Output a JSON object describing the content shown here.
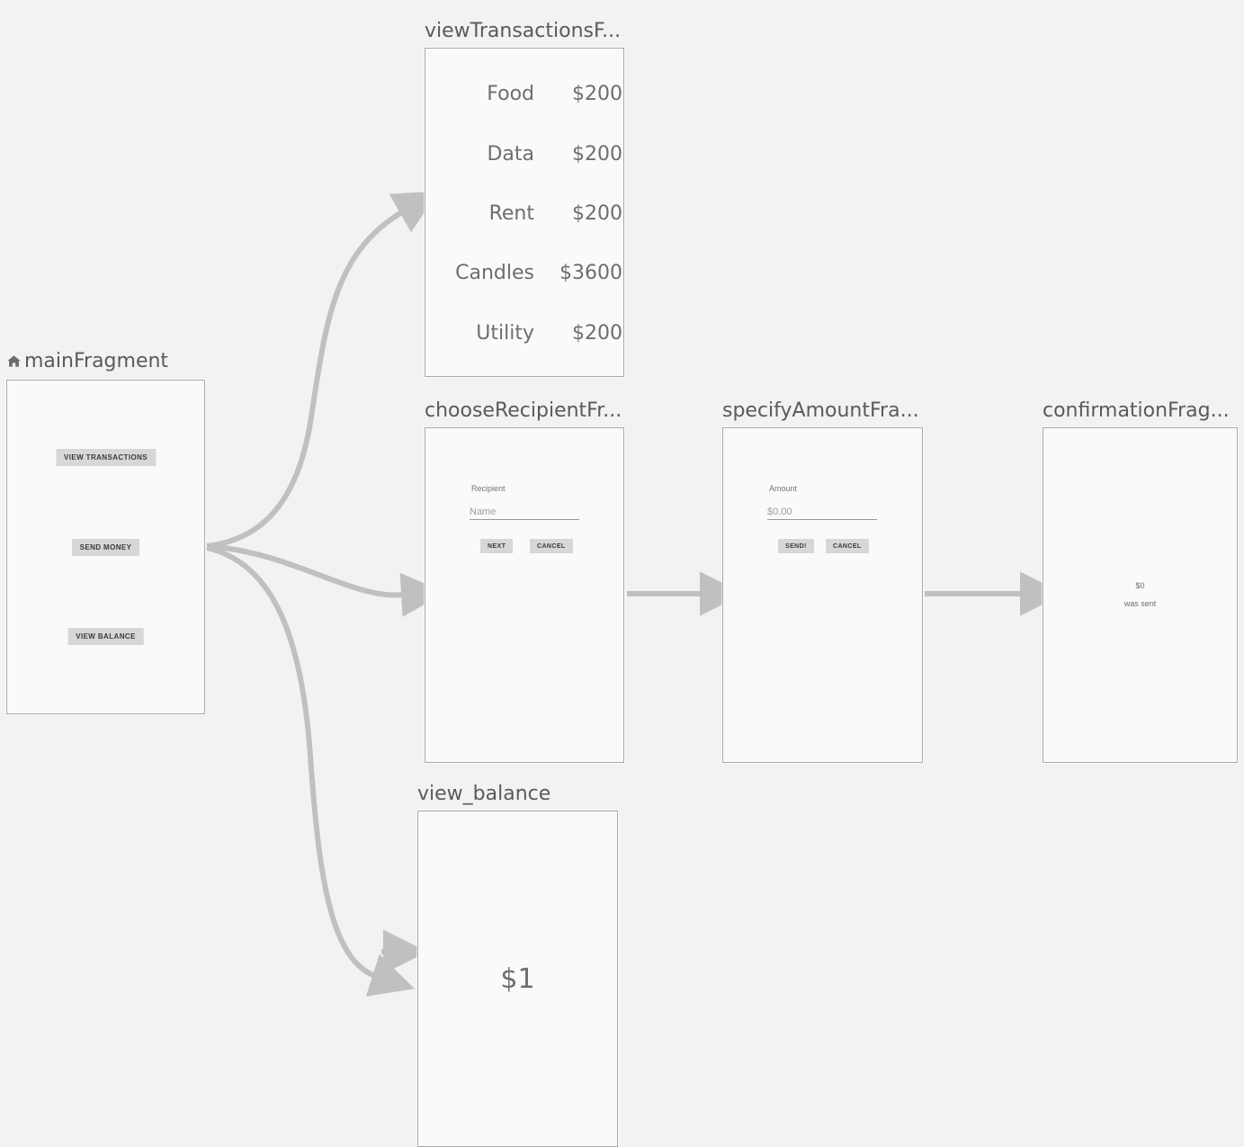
{
  "editor": {
    "background_color": "#f2f2f2",
    "edge_color": "#c0c0c0",
    "panel_border_color": "#a8a8a8",
    "panel_fill_color": "#fafafa",
    "button_color": "#d7d7d7",
    "title_color": "#5a5a5a"
  },
  "nodes": {
    "main": {
      "title": "mainFragment",
      "start_icon": "home-icon",
      "buttons": [
        {
          "label": "VIEW TRANSACTIONS"
        },
        {
          "label": "SEND MONEY"
        },
        {
          "label": "VIEW BALANCE"
        }
      ]
    },
    "view_transactions": {
      "title": "viewTransactionsF...",
      "rows": [
        {
          "label": "Food",
          "amount": "$200"
        },
        {
          "label": "Data",
          "amount": "$200"
        },
        {
          "label": "Rent",
          "amount": "$200"
        },
        {
          "label": "Candles",
          "amount": "$3600"
        },
        {
          "label": "Utility",
          "amount": "$200"
        }
      ]
    },
    "choose_recipient": {
      "title": "chooseRecipientFr...",
      "field_label": "Recipient",
      "field_placeholder": "Name",
      "primary_button": "NEXT",
      "secondary_button": "CANCEL"
    },
    "specify_amount": {
      "title": "specifyAmountFra...",
      "field_label": "Amount",
      "field_placeholder": "$0.00",
      "primary_button": "SEND!",
      "secondary_button": "CANCEL"
    },
    "confirmation": {
      "title": "confirmationFrag...",
      "amount": "$0",
      "message": "was sent"
    },
    "view_balance": {
      "title": "view_balance",
      "amount": "$1"
    }
  }
}
